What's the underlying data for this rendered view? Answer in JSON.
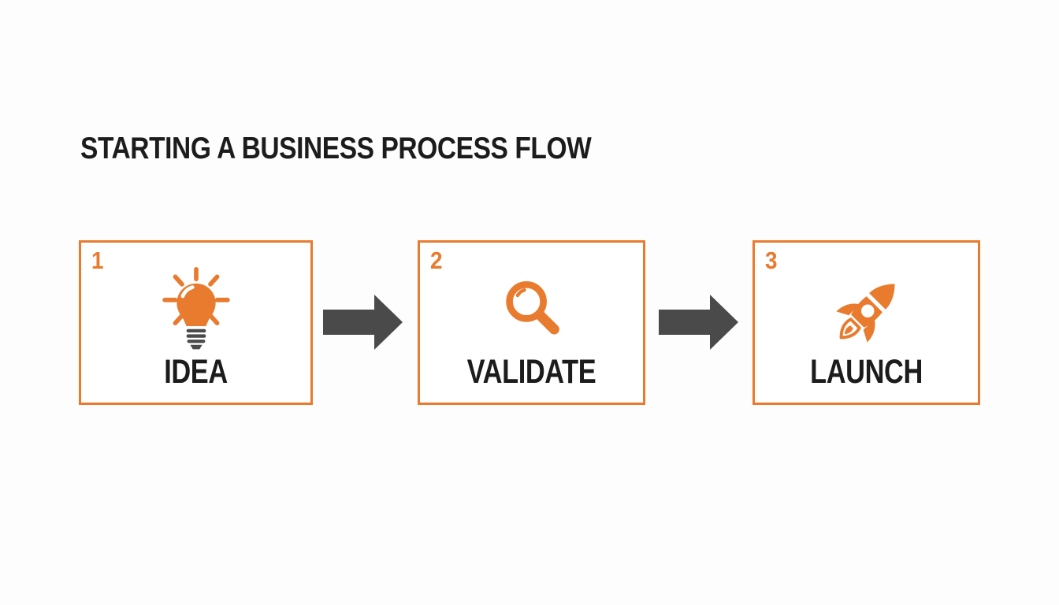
{
  "title": "STARTING A BUSINESS PROCESS FLOW",
  "steps": [
    {
      "number": "1",
      "label": "IDEA",
      "icon": "lightbulb-icon"
    },
    {
      "number": "2",
      "label": "VALIDATE",
      "icon": "magnifier-icon"
    },
    {
      "number": "3",
      "label": "LAUNCH",
      "icon": "rocket-icon"
    }
  ],
  "colors": {
    "accent_orange": "#E87B2E",
    "arrow_gray": "#4A4A4A",
    "text_black": "#1C1C1C",
    "background": "#FDFDFD"
  }
}
